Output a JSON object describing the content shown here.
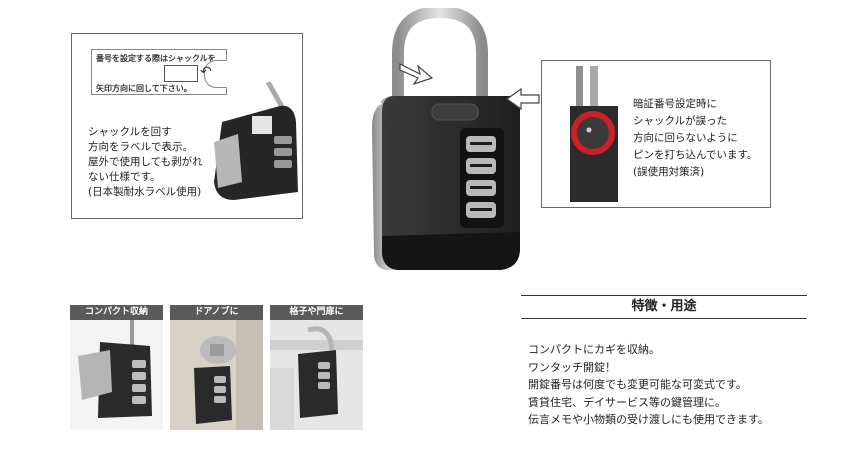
{
  "left_callout": {
    "label_line1": "番号を設定する際はシャックルを",
    "label_line2": "矢印方向に回して下さい。",
    "text_lines": [
      "シャックルを回す",
      "方向をラベルで表示。",
      "屋外で使用しても剥がれ",
      "ない仕様です。",
      "(日本製耐水ラベル使用)"
    ]
  },
  "right_callout": {
    "text_lines": [
      "暗証番号設定時に",
      "シャックルが誤った",
      "方向に回らないように",
      "ピンを打ち込んでいます。",
      "(誤使用対策済)"
    ]
  },
  "thumbnails": [
    {
      "caption": "コンパクト収納"
    },
    {
      "caption": "ドアノブに"
    },
    {
      "caption": "格子や門扉に"
    }
  ],
  "features": {
    "title": "特徴・用途",
    "lines": [
      "コンパクトにカギを収納。",
      "ワンタッチ開錠！",
      "開錠番号は何度でも変更可能な可変式です。",
      "賃貸住宅、デイサービス等の鍵管理に。",
      "伝言メモや小物類の受け渡しにも使用できます。"
    ]
  },
  "colors": {
    "lock_body": "#2a2a2a",
    "shackle": "#b8b8b8",
    "highlight_ring": "#cc1f2a"
  }
}
